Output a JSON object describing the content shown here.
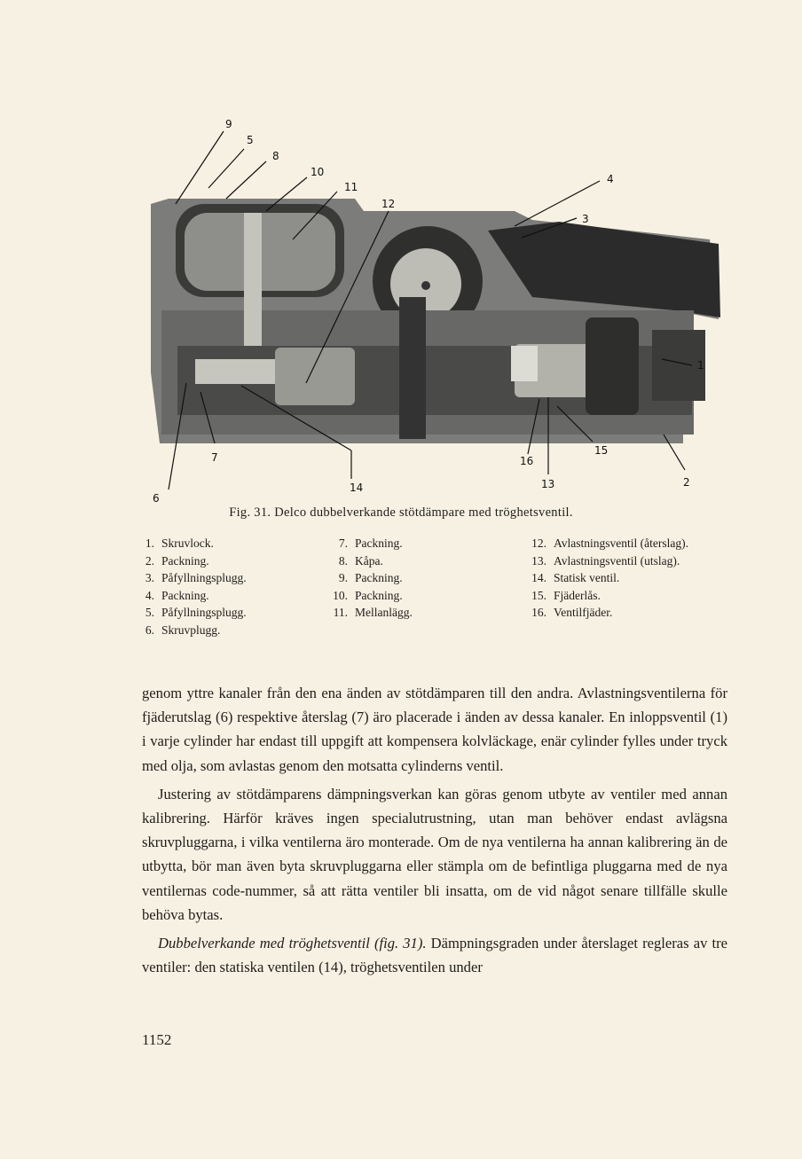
{
  "figure": {
    "callouts": [
      "9",
      "5",
      "8",
      "10",
      "11",
      "12",
      "4",
      "3",
      "1",
      "15",
      "16",
      "13",
      "2",
      "14",
      "7",
      "6"
    ],
    "caption": "Fig. 31.  Delco dubbelverkande stötdämpare med tröghetsventil."
  },
  "legend": {
    "col1": [
      {
        "num": "1.",
        "label": "Skruvlock."
      },
      {
        "num": "2.",
        "label": "Packning."
      },
      {
        "num": "3.",
        "label": "Påfyllningsplugg."
      },
      {
        "num": "4.",
        "label": "Packning."
      },
      {
        "num": "5.",
        "label": "Påfyllningsplugg."
      },
      {
        "num": "6.",
        "label": "Skruvplugg."
      }
    ],
    "col2": [
      {
        "num": "7.",
        "label": "Packning."
      },
      {
        "num": "8.",
        "label": "Kåpa."
      },
      {
        "num": "9.",
        "label": "Packning."
      },
      {
        "num": "10.",
        "label": "Packning."
      },
      {
        "num": "11.",
        "label": "Mellanlägg."
      }
    ],
    "col3": [
      {
        "num": "12.",
        "label": "Avlastningsventil (återslag)."
      },
      {
        "num": "13.",
        "label": "Avlastningsventil (utslag)."
      },
      {
        "num": "14.",
        "label": "Statisk ventil."
      },
      {
        "num": "15.",
        "label": "Fjäderlås."
      },
      {
        "num": "16.",
        "label": "Ventilfjäder."
      }
    ]
  },
  "body": {
    "p1": "genom yttre kanaler från den ena änden av stötdämparen till den andra. Avlastningsventilerna för fjäderutslag (6) respektive återslag (7) äro placerade i änden av dessa kanaler. En inloppsventil (1) i varje cylinder har endast till uppgift att kompensera kolvläckage, enär cylinder fylles under tryck med olja, som avlastas genom den motsatta cylinderns ventil.",
    "p2": "Justering av stötdämparens dämpningsverkan kan göras genom utbyte av ventiler med annan kalibrering. Härför kräves ingen specialutrustning, utan man behöver endast avlägsna skruvpluggarna, i vilka ventilerna äro monterade. Om de nya ventilerna ha annan kalibrering än de utbytta, bör man även byta skruvpluggarna eller stämpla om de befintliga pluggarna med de nya ventilernas code-nummer, så att rätta ventiler bli insatta, om de vid något senare tillfälle skulle behöva bytas.",
    "p3_lead": "Dubbelverkande med tröghetsventil (fig. 31).",
    "p3_rest": " Dämpningsgraden under återslaget regleras av tre ventiler: den statiska ventilen (14), tröghetsventilen under"
  },
  "page_number": "1152"
}
